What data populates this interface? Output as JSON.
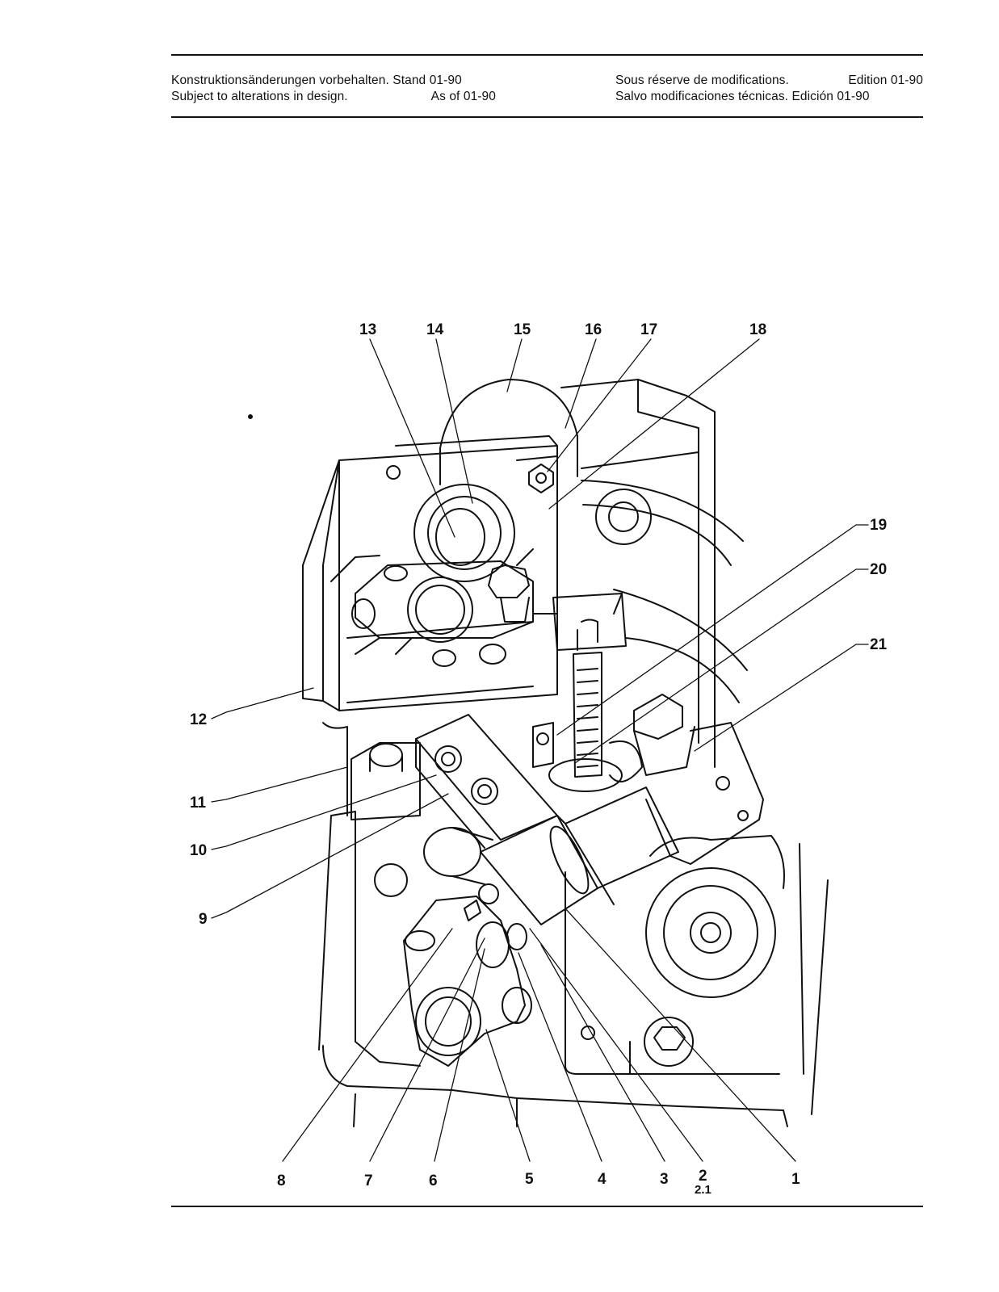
{
  "header": {
    "left_line1_a": "Konstruktionsänderungen vorbehalten. Stand 01-90",
    "left_line2_a": "Subject to alterations in design.",
    "left_line2_b": "As of 01-90",
    "right_line1_a": "Sous réserve de modifications.",
    "right_line1_b": "Edition 01-90",
    "right_line2_a": "Salvo modificaciones técnicas. Edición 01-90"
  },
  "callouts": [
    {
      "id": "c13",
      "label": "13"
    },
    {
      "id": "c14",
      "label": "14"
    },
    {
      "id": "c15",
      "label": "15"
    },
    {
      "id": "c16",
      "label": "16"
    },
    {
      "id": "c17",
      "label": "17"
    },
    {
      "id": "c18",
      "label": "18"
    },
    {
      "id": "c19",
      "label": "19"
    },
    {
      "id": "c20",
      "label": "20"
    },
    {
      "id": "c21",
      "label": "21"
    },
    {
      "id": "c12",
      "label": "12"
    },
    {
      "id": "c11",
      "label": "11"
    },
    {
      "id": "c10",
      "label": "10"
    },
    {
      "id": "c9",
      "label": "9"
    },
    {
      "id": "c8",
      "label": "8"
    },
    {
      "id": "c7",
      "label": "7"
    },
    {
      "id": "c6",
      "label": "6"
    },
    {
      "id": "c5",
      "label": "5"
    },
    {
      "id": "c4",
      "label": "4"
    },
    {
      "id": "c3",
      "label": "3"
    },
    {
      "id": "c2",
      "label": "2"
    },
    {
      "id": "c2_1",
      "label": "2.1"
    },
    {
      "id": "c1",
      "label": "1"
    }
  ]
}
